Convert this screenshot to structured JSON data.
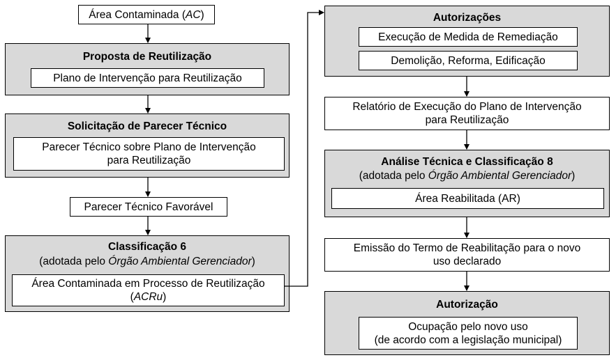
{
  "left": {
    "area_contaminada": {
      "text": "Área Contaminada (",
      "abbr": "AC",
      "close": ")"
    },
    "proposta": {
      "title": "Proposta de Reutilização",
      "item": "Plano de Intervenção para Reutilização"
    },
    "solicitacao": {
      "title": "Solicitação de Parecer Técnico",
      "item_line1": "Parecer Técnico sobre Plano de Intervenção",
      "item_line2": "para Reutilização"
    },
    "parecer_favoravel": "Parecer Técnico Favorável",
    "classificacao6": {
      "title": "Classificação 6",
      "adopted_prefix": "(adotada pelo ",
      "adopted_org": "Órgão Ambiental Gerenciador",
      "adopted_suffix": ")",
      "item_line1": "Área Contaminada em Processo de Reutilização",
      "item_abbr_open": "(",
      "item_abbr": "ACRu",
      "item_abbr_close": ")"
    }
  },
  "right": {
    "autorizacoes": {
      "title": "Autorizações",
      "item1": "Execução de Medida de Remediação",
      "item2": "Demolição, Reforma, Edificação"
    },
    "relatorio": {
      "line1": "Relatório de Execução do Plano de Intervenção",
      "line2": "para Reutilização"
    },
    "analise": {
      "title": "Análise Técnica e Classificação 8",
      "adopted_prefix": "(adotada pelo ",
      "adopted_org": "Órgão Ambiental Gerenciador",
      "adopted_suffix": ")",
      "item": "Área Reabilitada (AR)"
    },
    "emissao": {
      "line1": "Emissão do Termo de Reabilitação para o novo",
      "line2": "uso declarado"
    },
    "autorizacao": {
      "title": "Autorização",
      "item_line1": "Ocupação pelo novo uso",
      "item_line2": "(de acordo com a legislação municipal)"
    }
  },
  "colors": {
    "stage_fill": "#d9d9d9",
    "box_fill": "#ffffff",
    "line": "#000000"
  }
}
